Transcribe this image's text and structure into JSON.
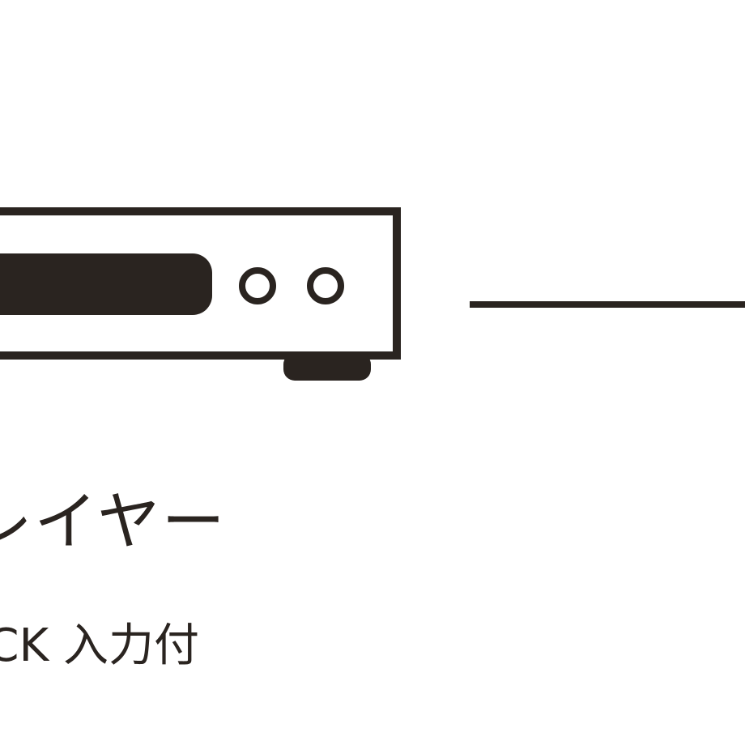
{
  "diagram": {
    "device": {
      "icon": "disc-player-icon",
      "label": "プレイヤー",
      "sublabel": "CLOCK 入力付"
    },
    "connection": {
      "icon": "connection-line"
    },
    "colors": {
      "stroke": "#2a2420",
      "fill": "#2a2420",
      "background": "#ffffff"
    }
  }
}
